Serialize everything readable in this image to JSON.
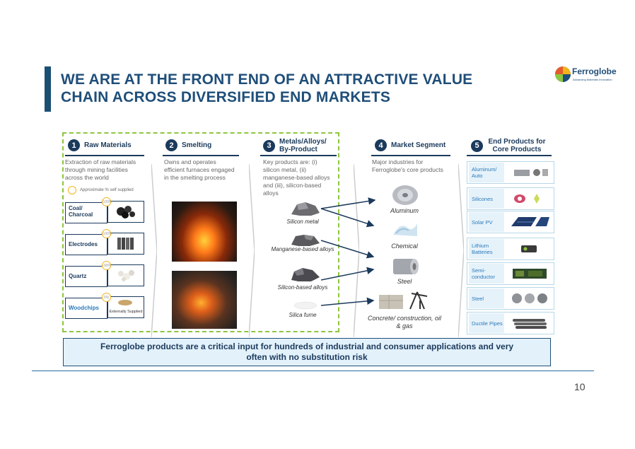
{
  "title": "WE ARE AT THE FRONT END OF AN ATTRACTIVE VALUE CHAIN ACROSS DIVERSIFIED END MARKETS",
  "logo": {
    "brand": "Ferroglobe",
    "tagline": "Advancing Materials Innovation"
  },
  "columns": [
    {
      "num": "1",
      "label": "Raw Materials",
      "desc": "Extraction of raw materials through mining facilities across the world"
    },
    {
      "num": "2",
      "label": "Smelting",
      "desc": "Owns and operates efficient furnaces engaged in the smelting process"
    },
    {
      "num": "3",
      "label": "Metals/Alloys/ By-Product",
      "desc": "Key products are: (i) silicon metal, (ii) manganese-based alloys and (iii), silicon-based alloys"
    },
    {
      "num": "4",
      "label": "Market Segment",
      "desc": "Major industries for Ferroglobe's core products"
    },
    {
      "num": "5",
      "label": "End Products for Core Products",
      "desc": ""
    }
  ],
  "self_supplied_legend": "Approximate % self supplied",
  "raw_materials": [
    {
      "label": "Coal/ Charcoal",
      "pct": "~100%"
    },
    {
      "label": "Electrodes",
      "pct": "~100%"
    },
    {
      "label": "Quartz",
      "pct": "~90%"
    },
    {
      "label": "Woodchips",
      "pct": "0%",
      "note": "Externally Supplied"
    }
  ],
  "products": [
    "Silicon metal",
    "Manganese-based alloys",
    "Silicon-based alloys",
    "Silica fume"
  ],
  "segments": [
    "Aluminum",
    "Chemical",
    "Steel",
    "Concrete/ construction, oil & gas"
  ],
  "end_products": [
    "Aluminum/ Auto",
    "Silicones",
    "Solar PV",
    "Lithium Batteries",
    "Semi-conductor",
    "Steel",
    "Ductile Pipes"
  ],
  "callout": "Ferroglobe products are a critical input for hundreds of industrial and consumer applications and very often with no substitution risk",
  "page_number": "10",
  "colors": {
    "navy": "#1b3a5c",
    "title_blue": "#1f4e79",
    "green_dash": "#8dc63f",
    "gold": "#f2b31b",
    "callout_bg": "#e3f1fb"
  }
}
